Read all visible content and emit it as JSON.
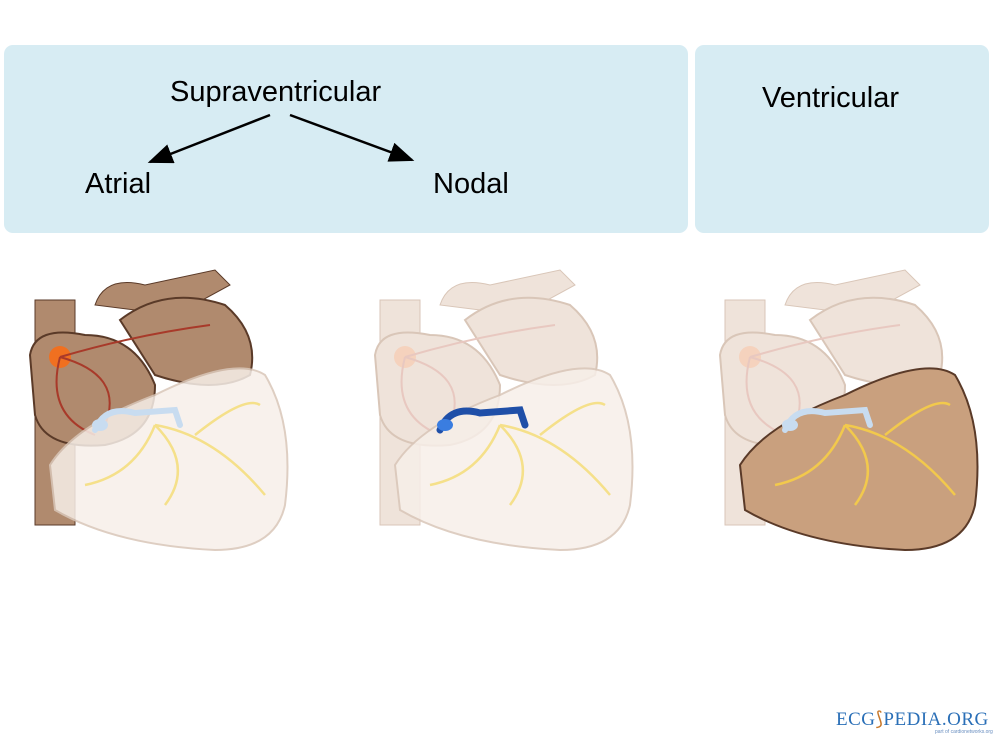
{
  "supraventricular_panel": {
    "title": "Supraventricular",
    "left_branch": "Atrial",
    "right_branch": "Nodal"
  },
  "ventricular_panel": {
    "title": "Ventricular"
  },
  "hearts": [
    {
      "name": "atrial",
      "highlight": "atria"
    },
    {
      "name": "nodal",
      "highlight": "av-node"
    },
    {
      "name": "ventricular",
      "highlight": "ventricles"
    }
  ],
  "colors": {
    "panel": "#d7ecf3",
    "tissue": "#b08a6e",
    "sa_node": "#f07020",
    "av_node": "#3a7de0",
    "purkinje": "#f5e08a"
  },
  "logo": {
    "text_a": "ECG",
    "text_b": "PEDIA.ORG",
    "sub": "part of cardionetworks.org"
  }
}
